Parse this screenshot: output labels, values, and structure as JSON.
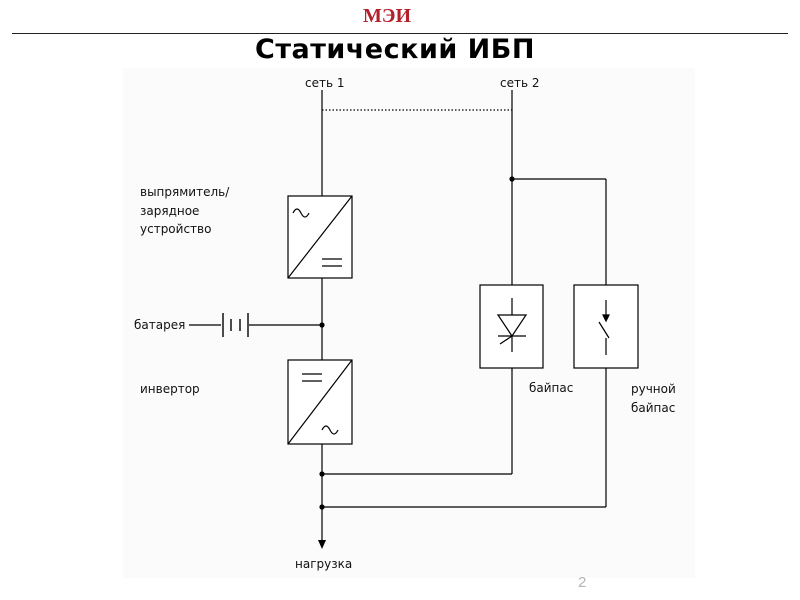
{
  "header": {
    "logo_text": "МЭИ",
    "title": "Статический ИБП"
  },
  "diagram": {
    "labels": {
      "grid1": "сеть 1",
      "grid2": "сеть 2",
      "rectifier_line1": "выпрямитель/",
      "rectifier_line2": "зарядное",
      "rectifier_line3": "устройство",
      "battery": "батарея",
      "inverter": "инвертор",
      "bypass": "байпас",
      "manual_bypass_line1": "ручной",
      "manual_bypass_line2": "байпас",
      "load": "нагрузка"
    }
  },
  "footer": {
    "page_number": "2"
  }
}
